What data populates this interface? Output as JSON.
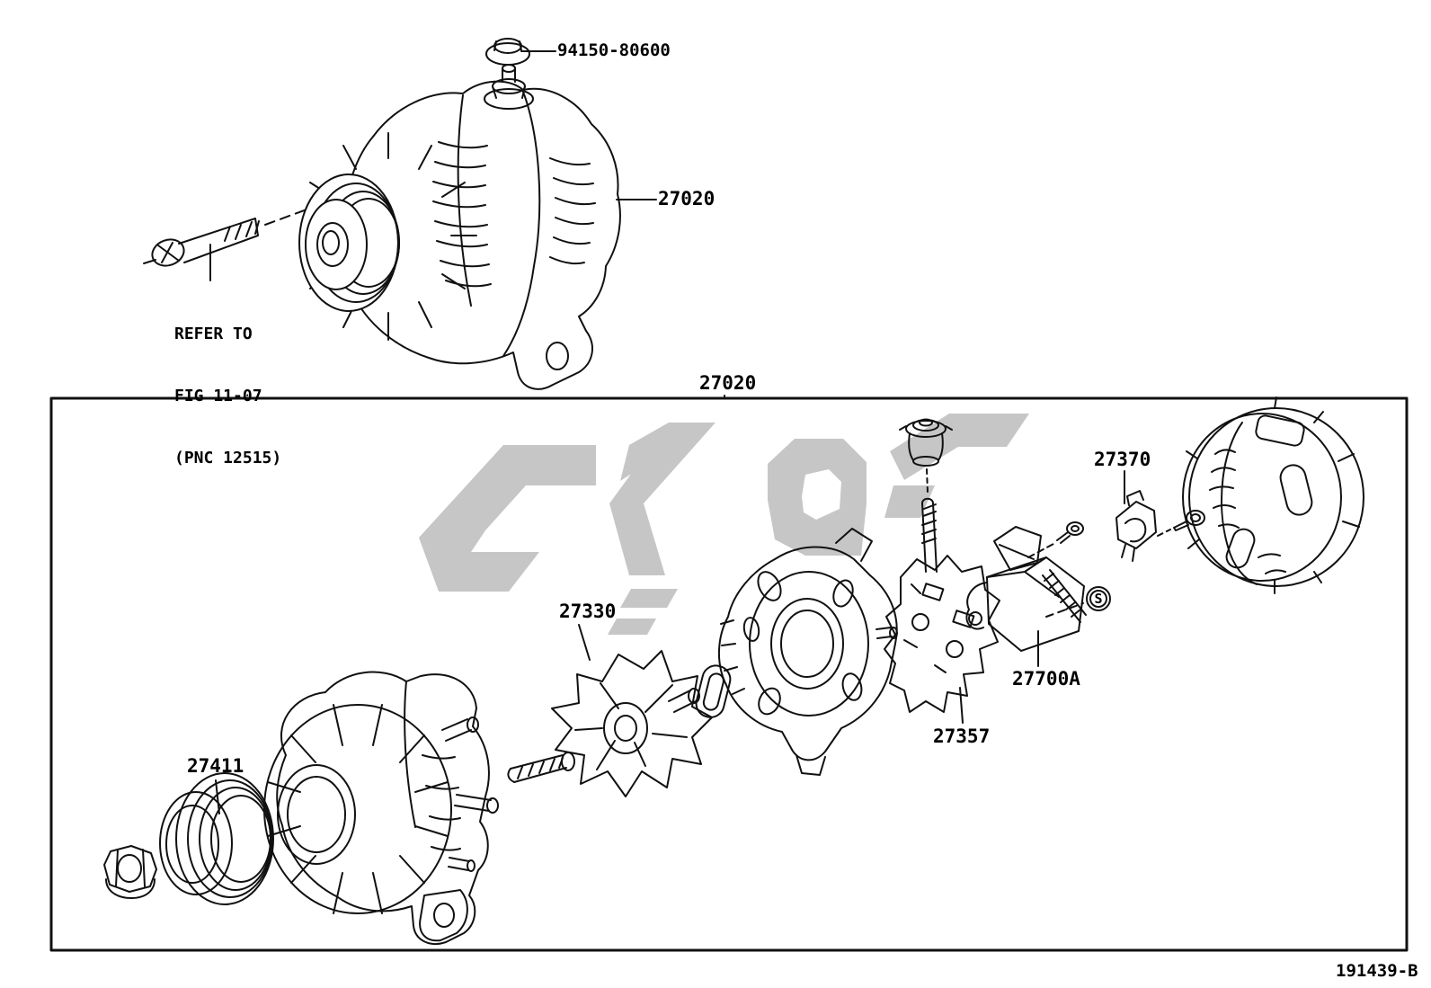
{
  "diagram": {
    "drawing_code": "191439-B",
    "watermark_color": "#c6c6c6",
    "assembled_view": {
      "assembly_label": "27020",
      "mount_nut_label": "94150-80600",
      "bolt_note": {
        "line1": "REFER TO",
        "line2": "FIG 11-07",
        "line3": "(PNC 12515)"
      }
    },
    "exploded_view": {
      "box_label": "27020",
      "pulley_label": "27411",
      "rotor_label": "27330",
      "brush_holder_label": "27357",
      "regulator_label": "27700A",
      "clamp_label": "27370",
      "screw_symbol": "S"
    }
  }
}
